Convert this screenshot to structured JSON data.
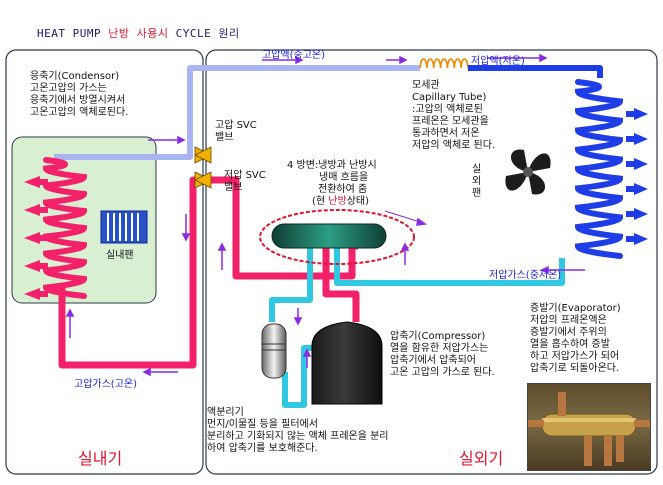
{
  "title": {
    "part1": "HEAT PUMP ",
    "part2": "난방 사용시",
    "part3": " CYCLE 원리"
  },
  "colors": {
    "hot": "#f3216a",
    "liquid": "#a9b4f3",
    "cold": "#1e3de6",
    "cool_gas": "#2fc8e0",
    "arrow": "#8a2be2",
    "panel_border": "#2b3a4b",
    "indoor_fill": "#d8efd2"
  },
  "labels": {
    "condenser": "응축기(Condensor)\n고온고압의 가스는\n응축기에서 방열시켜서\n고온고압의 액체로된다.",
    "indoor_fan": "실내팬",
    "high_liquid": "고압액(중고온)",
    "low_liquid": "저압액(저온)",
    "capillary": "모세관\nCapillary Tube)\n:고압의 액체로된\n프레온은 모세관을\n통과하면서 저온\n저압의 액체로 된다.",
    "high_svc_valve": "고압 SVC\n밸브",
    "low_svc_valve": "저압 SVC\n밸브",
    "four_way_valve_line1": "4 방변:냉방과 난방시",
    "four_way_valve_line2": "냉매 흐름을",
    "four_way_valve_line3": "전환하여 줌",
    "four_way_valve_line4a": "(현 ",
    "four_way_valve_line4b": "난방",
    "four_way_valve_line4c": "상태)",
    "outdoor_fan": "실\n외\n팬",
    "low_gas": "저압가스(중저온)",
    "evaporator": "증발기(Evaporator)\n저압의 프레온액은\n증발기에서 주위의\n열을 흡수하여 증발\n하고 저압가스가 되어\n압축기로 되돌아온다.",
    "compressor": "압축기(Compressor)\n열을 함유한 저압가스는\n압축기에서 압축되어\n고온 고압의 가스로 된다.",
    "high_gas": "고압가스(고온)",
    "accumulator": "액분리기\n먼지/이물질 등을 필터에서\n분리하고 기화되지 않는 액체 프레온을 분리\n하여 압축기를 보호해준다.",
    "indoor_unit": "실내기",
    "outdoor_unit": "실외기"
  }
}
